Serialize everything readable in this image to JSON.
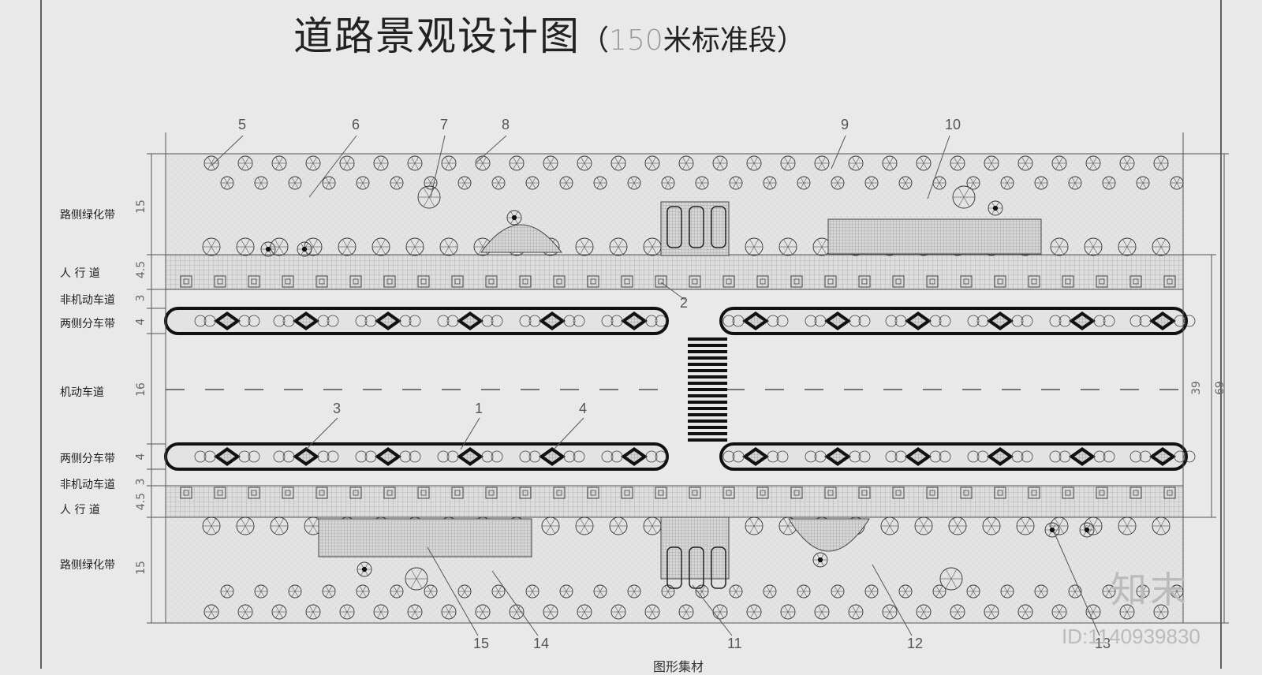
{
  "title": {
    "main": "道路景观设计图",
    "open": "（",
    "num": "150",
    "rest": "米标准段）"
  },
  "labels": {
    "green_top": "路侧绿化带",
    "walk_top": "人 行 道",
    "nonmotor_top": "非机动车道",
    "divider_top": "两侧分车带",
    "motor": "机动车道",
    "divider_bot": "两侧分车带",
    "nonmotor_bot": "非机动车道",
    "walk_bot": "人 行 道",
    "green_bot": "路侧绿化带"
  },
  "dims": {
    "green_top": "15",
    "walk_top": "4.5",
    "nonmotor_top": "3",
    "divider_top": "4",
    "motor": "16",
    "divider_bot": "4",
    "nonmotor_bot": "3",
    "walk_bot": "4.5",
    "green_bot": "15",
    "total_inner": "39",
    "total": "69"
  },
  "callouts": [
    "1",
    "2",
    "3",
    "4",
    "5",
    "6",
    "7",
    "8",
    "9",
    "10",
    "11",
    "12",
    "13",
    "14",
    "15"
  ],
  "brand": "知末",
  "image_id": "ID:1140939830",
  "caption": "图形集材"
}
